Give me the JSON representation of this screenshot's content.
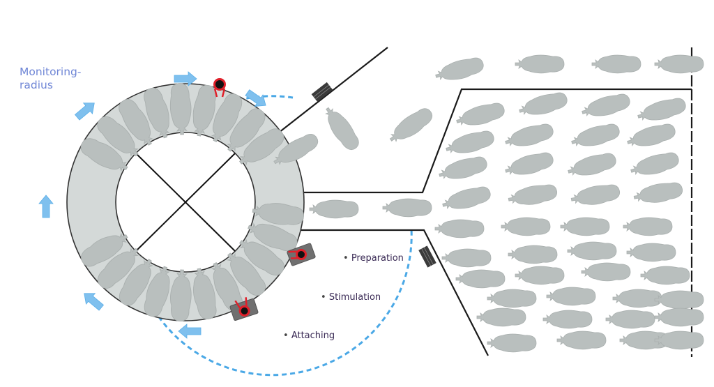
{
  "diagram": {
    "type": "rotary-milking-parlour-layout",
    "labels": {
      "monitoring_line1": "Monitoring-",
      "monitoring_line2": "radius"
    },
    "steps": [
      {
        "label": "Preparation"
      },
      {
        "label": "Stimulation"
      },
      {
        "label": "Attaching"
      }
    ],
    "rotary_stalls": 22,
    "colors": {
      "cow": "#b9bfbe",
      "ring": "#d4d9d8",
      "arrow": "#7fc0ee",
      "monitor_dash": "#4aa8e6",
      "robot_red": "#e0202a",
      "robot_base": "#707070",
      "line": "#1a1a1a",
      "monitor_text": "#6f86d6"
    }
  }
}
